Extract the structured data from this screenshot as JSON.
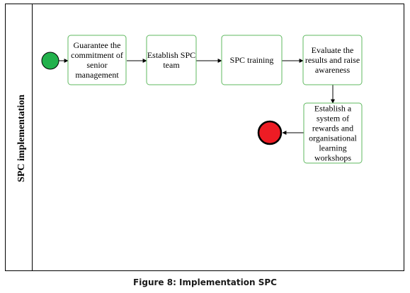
{
  "pool": {
    "lane_title": "SPC implementation"
  },
  "process": {
    "start_event": {
      "color": "#22b14c"
    },
    "end_event": {
      "color": "#ed1c24"
    },
    "task_border_color": "#5fb85f",
    "tasks": [
      {
        "id": "t1",
        "lines": [
          "Guarantee the",
          "commitment of",
          "senior",
          "management"
        ]
      },
      {
        "id": "t2",
        "lines": [
          "Establish SPC",
          "team"
        ]
      },
      {
        "id": "t3",
        "lines": [
          "SPC training"
        ]
      },
      {
        "id": "t4",
        "lines": [
          "Evaluate the",
          "results and raise",
          "awareness"
        ]
      },
      {
        "id": "t5",
        "lines": [
          "Establish a",
          "system of",
          "rewards and",
          "organisational",
          "learning",
          "workshops"
        ]
      }
    ]
  },
  "caption": "Figure 8: Implementation SPC"
}
